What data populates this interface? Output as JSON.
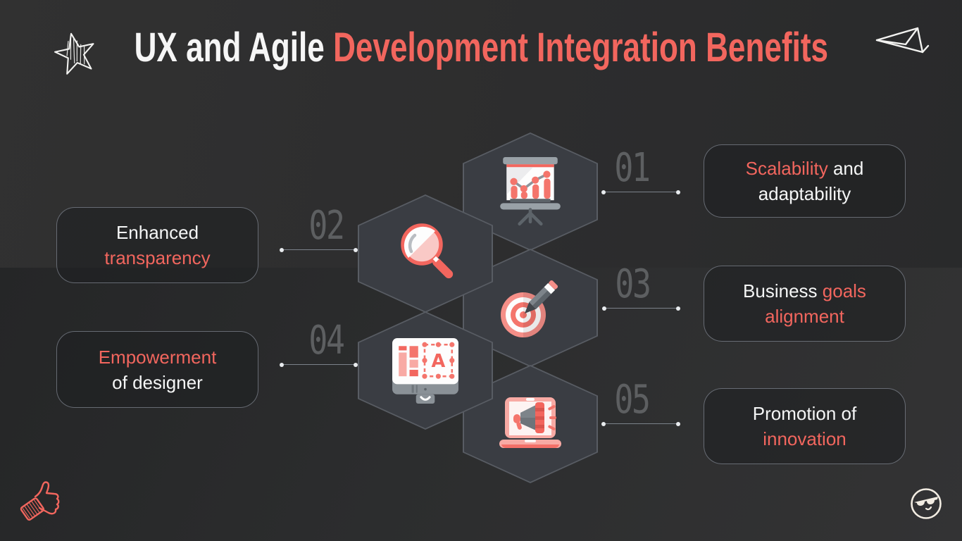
{
  "title": {
    "prefix": "UX and Agile",
    "highlight": "Development Integration Benefits"
  },
  "benefits": [
    {
      "number": "01",
      "side": "right",
      "seg1": {
        "text": "Scalability",
        "cls": "seg accent"
      },
      "seg2": {
        "text": " and adaptability",
        "cls": "seg"
      },
      "icon": "presentation-chart-icon"
    },
    {
      "number": "02",
      "side": "left",
      "seg1": {
        "text": "Enhanced",
        "cls": "seg"
      },
      "seg2": {
        "text": "transparency",
        "cls": "seg accent"
      },
      "icon": "magnifier-icon"
    },
    {
      "number": "03",
      "side": "right",
      "seg1": {
        "text": "Business",
        "cls": "seg"
      },
      "seg2": {
        "text": " goals alignment",
        "cls": "seg accent"
      },
      "icon": "target-pencil-icon"
    },
    {
      "number": "04",
      "side": "left",
      "seg1": {
        "text": "Empowerment",
        "cls": "seg accent"
      },
      "seg2": {
        "text": "of designer",
        "cls": "seg"
      },
      "icon": "design-monitor-icon"
    },
    {
      "number": "05",
      "side": "right",
      "seg1": {
        "text": "Promotion of",
        "cls": "seg"
      },
      "seg2": {
        "text": "innovation",
        "cls": "seg accent"
      },
      "icon": "megaphone-laptop-icon"
    }
  ],
  "icons": {
    "design_letter": "A",
    "top_left": "star-doodle-icon",
    "top_right": "paper-plane-doodle-icon",
    "bottom_left": "thumbs-up-doodle-icon",
    "bottom_right": "cool-face-logo-icon"
  },
  "colors": {
    "accent": "#f2665e",
    "accent_light": "#f58f88",
    "pink": "#f9c9c6",
    "hexagon_fill": "#3a3d43",
    "background_top": "#2e2e2f",
    "background_bottom": "#2b2c2d",
    "number_gray": "#5d5f61",
    "text_white": "#f5f6f6"
  }
}
